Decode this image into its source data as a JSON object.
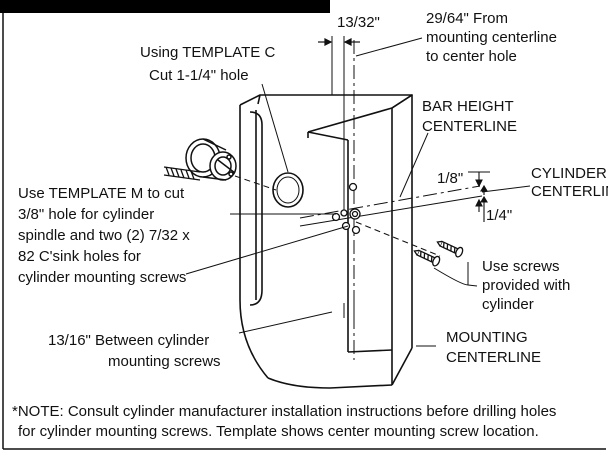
{
  "labels": {
    "dim_13_32": "13/32\"",
    "from_center_1": "29/64\" From",
    "from_center_2": "mounting centerline",
    "from_center_3": "to center hole",
    "template_c_1": "Using TEMPLATE C",
    "template_c_2": "Cut 1-1/4\" hole",
    "bar_height_1": "BAR HEIGHT",
    "bar_height_2": "CENTERLINE",
    "cyl_center_1": "CYLINDER",
    "cyl_center_2": "CENTERLINE",
    "dim_1_8": "1/8\"",
    "dim_1_4": "1/4\"",
    "template_m_1": "Use TEMPLATE M to cut",
    "template_m_2": "3/8\" hole for cylinder",
    "template_m_3": "spindle and two (2) 7/32 x",
    "template_m_4": "82 C'sink holes for",
    "template_m_5": "cylinder mounting screws",
    "screws_1": "Use screws",
    "screws_2": "provided with",
    "screws_3": "cylinder",
    "between_1": "13/16\" Between cylinder",
    "between_2": "mounting screws",
    "mounting_1": "MOUNTING",
    "mounting_2": "CENTERLINE"
  },
  "note": {
    "line1": "*NOTE: Consult cylinder manufacturer installation instructions before drilling holes",
    "line2": "for cylinder mounting screws. Template shows center mounting screw location."
  }
}
